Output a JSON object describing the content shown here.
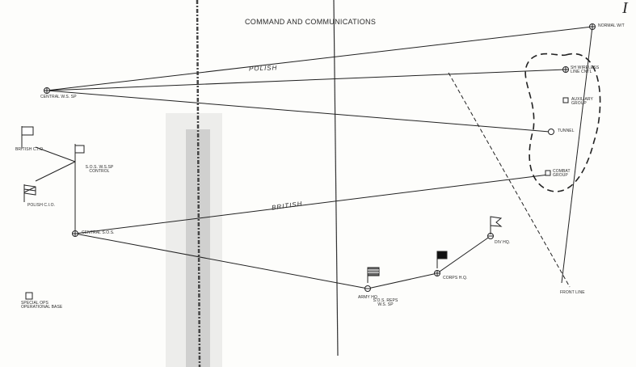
{
  "title": "COMMAND AND COMMUNICATIONS",
  "page_mark": "I",
  "routes": {
    "polish": "POLISH",
    "british": "BRITISH"
  },
  "nodes": {
    "central_ws": "CENTRAL W.S. SP",
    "british_cinc": "BRITISH C.I.O.",
    "sos_control": "S.O.S. W.S.SP CONTROL",
    "polish_cinc": "POLISH C.I.O.",
    "central_sos": "CENTRAL S.O.S.",
    "special_ops_base": "SPECIAL OPS OPERATIONAL BASE",
    "army_hq": "ARMY HQ",
    "sos_reps": "S.O.S. REPS W.S. SP",
    "corps_hq": "CORPS H.Q.",
    "div_hq": "DIV HQ.",
    "front_line": "FRONT LINE",
    "normal_wt": "NORMAL W/T",
    "wireless_group": "SH WIRELESS LINE CNTL",
    "auxiliary_group": "AUXILIARY GROUP",
    "tunnel": "TUNNEL",
    "combat_group": "COMBAT GROUP"
  }
}
